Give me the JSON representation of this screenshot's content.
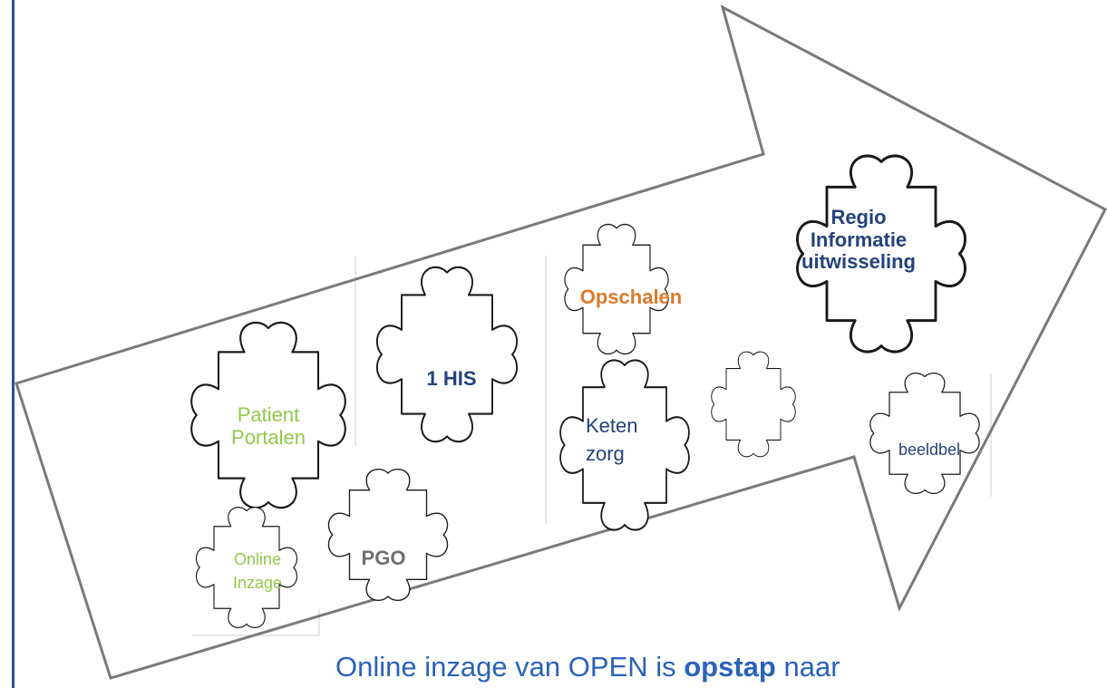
{
  "pieces": {
    "regio": [
      "Regio",
      "Informatie",
      "uitwisseling"
    ],
    "opschalen": "Opschalen",
    "his": "1 HIS",
    "patient": [
      "Patient",
      "Portalen"
    ],
    "keten": [
      "Keten",
      "zorg"
    ],
    "beeldbel": "beeldbel",
    "online": [
      "Online",
      "Inzage"
    ],
    "pgo": "PGO"
  },
  "caption": {
    "before": "Online inzage van OPEN is ",
    "emphasis": "opstap",
    "after": " naar"
  },
  "colors": {
    "arrow_outline": "#7a7a7a",
    "left_rule": "#2e4f8f",
    "green": "#92c94b",
    "navy": "#24427a",
    "orange": "#e0792a",
    "grey": "#6f6f6f",
    "caption": "#2a63b8"
  }
}
